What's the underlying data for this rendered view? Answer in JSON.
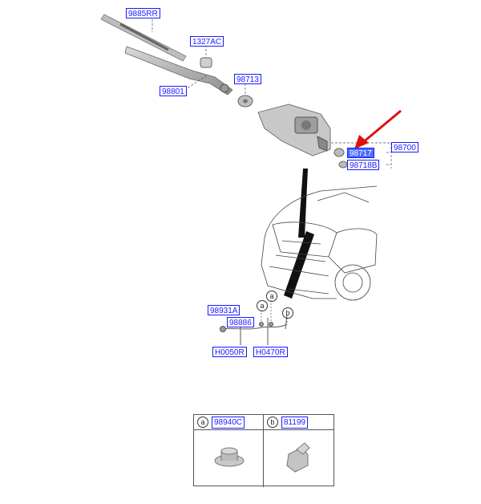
{
  "labels": {
    "wiper_blade": "9885RR",
    "cap": "1327AC",
    "wiper_arm": "98801",
    "nut": "98713",
    "motor_assembly": "98700",
    "grommet_1": "98717",
    "grommet_2": "98718B",
    "clip_a": "98931A",
    "hose": "98886",
    "hose_1": "H0050R",
    "hose_2": "H0470R"
  },
  "callouts": {
    "a1": "a",
    "a2": "a",
    "b": "b"
  },
  "parts_table": {
    "cell_a_letter": "a",
    "cell_a_code": "98940C",
    "cell_b_letter": "b",
    "cell_b_code": "81199"
  },
  "colors": {
    "label": "#1a1aff",
    "highlight": "#4a6cff",
    "arrow": "#e01010"
  }
}
